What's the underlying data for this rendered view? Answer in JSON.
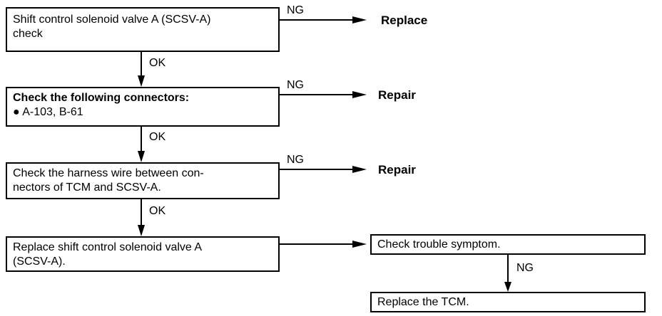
{
  "steps": [
    {
      "lines": [
        "Shift control solenoid valve A (SCSV-A)",
        "check"
      ],
      "bold": false
    },
    {
      "lines": [
        "Check the following connectors:",
        "●  A-103, B-61"
      ],
      "bold": true
    },
    {
      "lines": [
        "Check the harness wire between con-",
        "nectors of TCM and SCSV-A."
      ],
      "bold": false
    },
    {
      "lines": [
        "Replace shift control solenoid valve A",
        "(SCSV-A)."
      ],
      "bold": false
    },
    {
      "lines": [
        "Check trouble symptom."
      ],
      "bold": false
    },
    {
      "lines": [
        "Replace the TCM."
      ],
      "bold": false
    }
  ],
  "results": [
    "Replace",
    "Repair",
    "Repair"
  ],
  "ok_label": "OK",
  "ng_label": "NG"
}
